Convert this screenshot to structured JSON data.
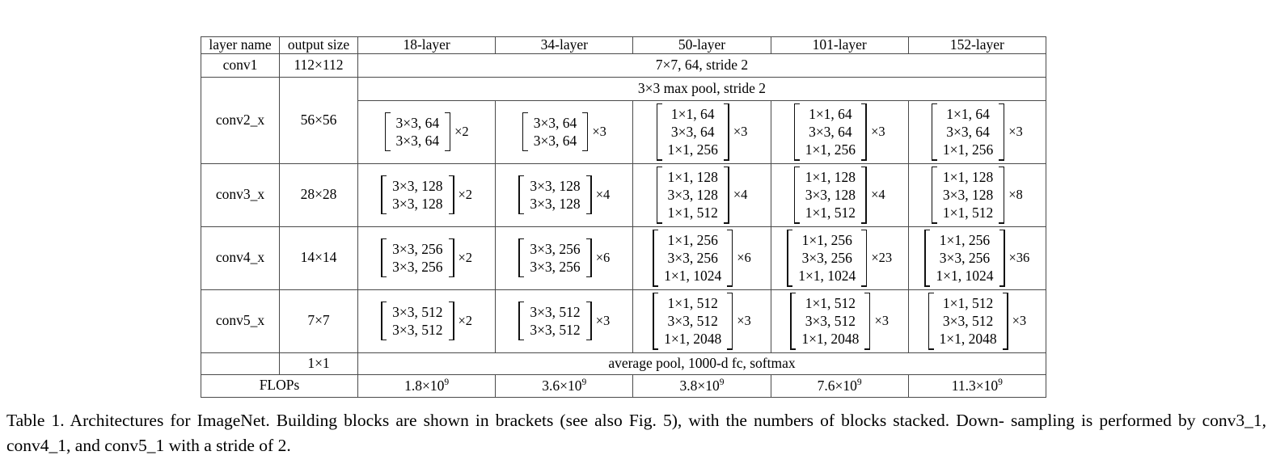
{
  "table": {
    "columns": [
      "layer name",
      "output size",
      "18-layer",
      "34-layer",
      "50-layer",
      "101-layer",
      "152-layer"
    ],
    "conv1": {
      "name": "conv1",
      "output_size": "112×112",
      "spanned_text": "7×7, 64, stride 2"
    },
    "maxpool": {
      "spanned_text": "3×3 max pool, stride 2"
    },
    "stages": [
      {
        "name": "conv2_x",
        "output_size": "56×56",
        "cells": [
          {
            "lines": [
              "3×3, 64",
              "3×3, 64"
            ],
            "mult": "×2"
          },
          {
            "lines": [
              "3×3, 64",
              "3×3, 64"
            ],
            "mult": "×3"
          },
          {
            "lines": [
              "1×1, 64",
              "3×3, 64",
              "1×1, 256"
            ],
            "mult": "×3"
          },
          {
            "lines": [
              "1×1, 64",
              "3×3, 64",
              "1×1, 256"
            ],
            "mult": "×3"
          },
          {
            "lines": [
              "1×1, 64",
              "3×3, 64",
              "1×1, 256"
            ],
            "mult": "×3"
          }
        ]
      },
      {
        "name": "conv3_x",
        "output_size": "28×28",
        "cells": [
          {
            "lines": [
              "3×3, 128",
              "3×3, 128"
            ],
            "mult": "×2"
          },
          {
            "lines": [
              "3×3, 128",
              "3×3, 128"
            ],
            "mult": "×4"
          },
          {
            "lines": [
              "1×1, 128",
              "3×3, 128",
              "1×1, 512"
            ],
            "mult": "×4"
          },
          {
            "lines": [
              "1×1, 128",
              "3×3, 128",
              "1×1, 512"
            ],
            "mult": "×4"
          },
          {
            "lines": [
              "1×1, 128",
              "3×3, 128",
              "1×1, 512"
            ],
            "mult": "×8"
          }
        ]
      },
      {
        "name": "conv4_x",
        "output_size": "14×14",
        "cells": [
          {
            "lines": [
              "3×3, 256",
              "3×3, 256"
            ],
            "mult": "×2"
          },
          {
            "lines": [
              "3×3, 256",
              "3×3, 256"
            ],
            "mult": "×6"
          },
          {
            "lines": [
              "1×1, 256",
              "3×3, 256",
              "1×1, 1024"
            ],
            "mult": "×6"
          },
          {
            "lines": [
              "1×1, 256",
              "3×3, 256",
              "1×1, 1024"
            ],
            "mult": "×23"
          },
          {
            "lines": [
              "1×1, 256",
              "3×3, 256",
              "1×1, 1024"
            ],
            "mult": "×36"
          }
        ]
      },
      {
        "name": "conv5_x",
        "output_size": "7×7",
        "cells": [
          {
            "lines": [
              "3×3, 512",
              "3×3, 512"
            ],
            "mult": "×2"
          },
          {
            "lines": [
              "3×3, 512",
              "3×3, 512"
            ],
            "mult": "×3"
          },
          {
            "lines": [
              "1×1, 512",
              "3×3, 512",
              "1×1, 2048"
            ],
            "mult": "×3"
          },
          {
            "lines": [
              "1×1, 512",
              "3×3, 512",
              "1×1, 2048"
            ],
            "mult": "×3"
          },
          {
            "lines": [
              "1×1, 512",
              "3×3, 512",
              "1×1, 2048"
            ],
            "mult": "×3"
          }
        ]
      }
    ],
    "avgpool": {
      "name": "",
      "output_size": "1×1",
      "spanned_text": "average pool, 1000-d fc, softmax"
    },
    "flops": {
      "label": "FLOPs",
      "values": [
        {
          "mantissa": "1.8×10",
          "exp": "9"
        },
        {
          "mantissa": "3.6×10",
          "exp": "9"
        },
        {
          "mantissa": "3.8×10",
          "exp": "9"
        },
        {
          "mantissa": "7.6×10",
          "exp": "9"
        },
        {
          "mantissa": "11.3×10",
          "exp": "9"
        }
      ]
    }
  },
  "caption": {
    "line1": "Table 1. Architectures for ImageNet. Building blocks are shown in brackets (see also Fig. 5), with the numbers of blocks stacked. Down-",
    "line2": "sampling is performed by conv3_1, conv4_1, and conv5_1 with a stride of 2."
  }
}
